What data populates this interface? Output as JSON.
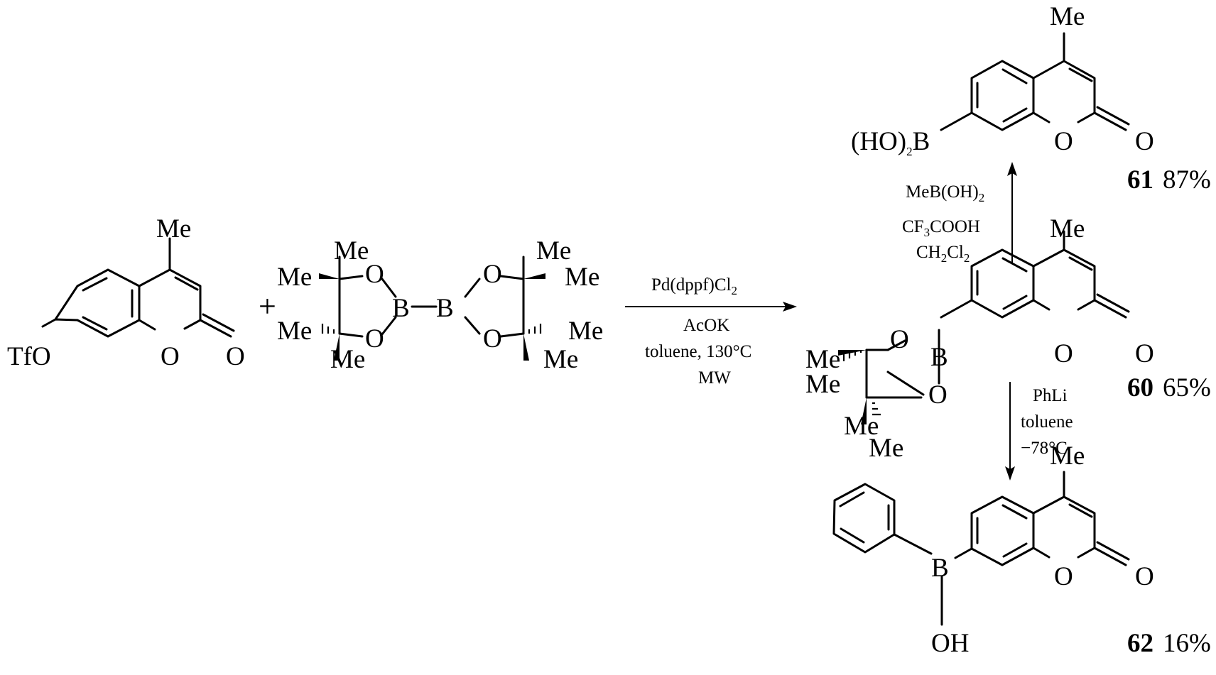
{
  "atoms": {
    "me": "Me",
    "o": "O",
    "b": "B",
    "tfo": "TfO",
    "hob_open": "(HO)",
    "hob_sub": "2",
    "hob_b": "B",
    "oh": "OH"
  },
  "plus": "+",
  "conditions": {
    "main": {
      "line1_a": "Pd(dppf)Cl",
      "line1_sub": "2",
      "line2": "AcOK",
      "line3": "toluene, 130°C",
      "line4": "MW"
    },
    "up": {
      "line1_a": "MeB(OH)",
      "line1_sub": "2",
      "line2_a": "CF",
      "line2_sub": "3",
      "line2_b": "COOH",
      "line3_a": "CH",
      "line3_sub1": "2",
      "line3_b": "Cl",
      "line3_sub2": "2"
    },
    "down": {
      "line1": "PhLi",
      "line2": "toluene",
      "line3": "−78°C"
    }
  },
  "compounds": {
    "c61": {
      "id": "61",
      "yield": "87%"
    },
    "c60": {
      "id": "60",
      "yield": "65%"
    },
    "c62": {
      "id": "62",
      "yield": "16%"
    }
  }
}
